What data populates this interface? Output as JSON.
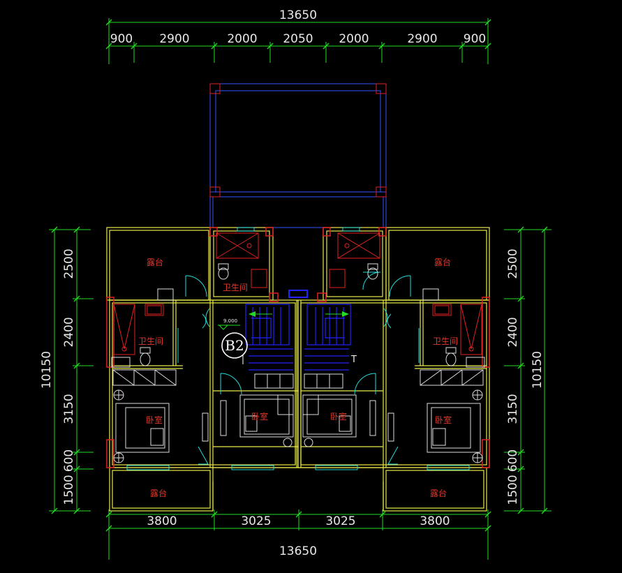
{
  "colors": {
    "background": "#000000",
    "dimension": "#22dd22",
    "wall": "#e8e84a",
    "balcony_top": "#3355ff",
    "stair": "#2222ff",
    "door": "#22dddd",
    "fixture": "#e02020",
    "furniture": "#dddddd",
    "room_label": "#e0382a",
    "text": "#e8e8e8"
  },
  "dimensions": {
    "top_total": "13650",
    "top_segments": [
      "900",
      "2900",
      "2000",
      "2050",
      "2000",
      "2900",
      "900"
    ],
    "bottom_total": "13650",
    "bottom_segments": [
      "3800",
      "3025",
      "3025",
      "3800"
    ],
    "left_total": "10150",
    "left_segments": [
      "2500",
      "2400",
      "3150",
      "600",
      "1500"
    ],
    "right_total": "10150",
    "right_segments": [
      "2500",
      "2400",
      "3150",
      "600",
      "1500"
    ]
  },
  "rooms": {
    "terrace_tl": "露台",
    "terrace_tr": "露台",
    "terrace_bl": "露台",
    "terrace_br": "露台",
    "bath_left": "卫生间",
    "bath_right": "卫生间",
    "bath_center_left": "卫生间",
    "bed_left": "卧室",
    "bed_center_left": "卧室",
    "bed_center_right": "卧室",
    "bed_right": "卧室"
  },
  "annotations": {
    "elevation": "9.000",
    "unit_marker": "B2",
    "stair_symbol": "T"
  }
}
